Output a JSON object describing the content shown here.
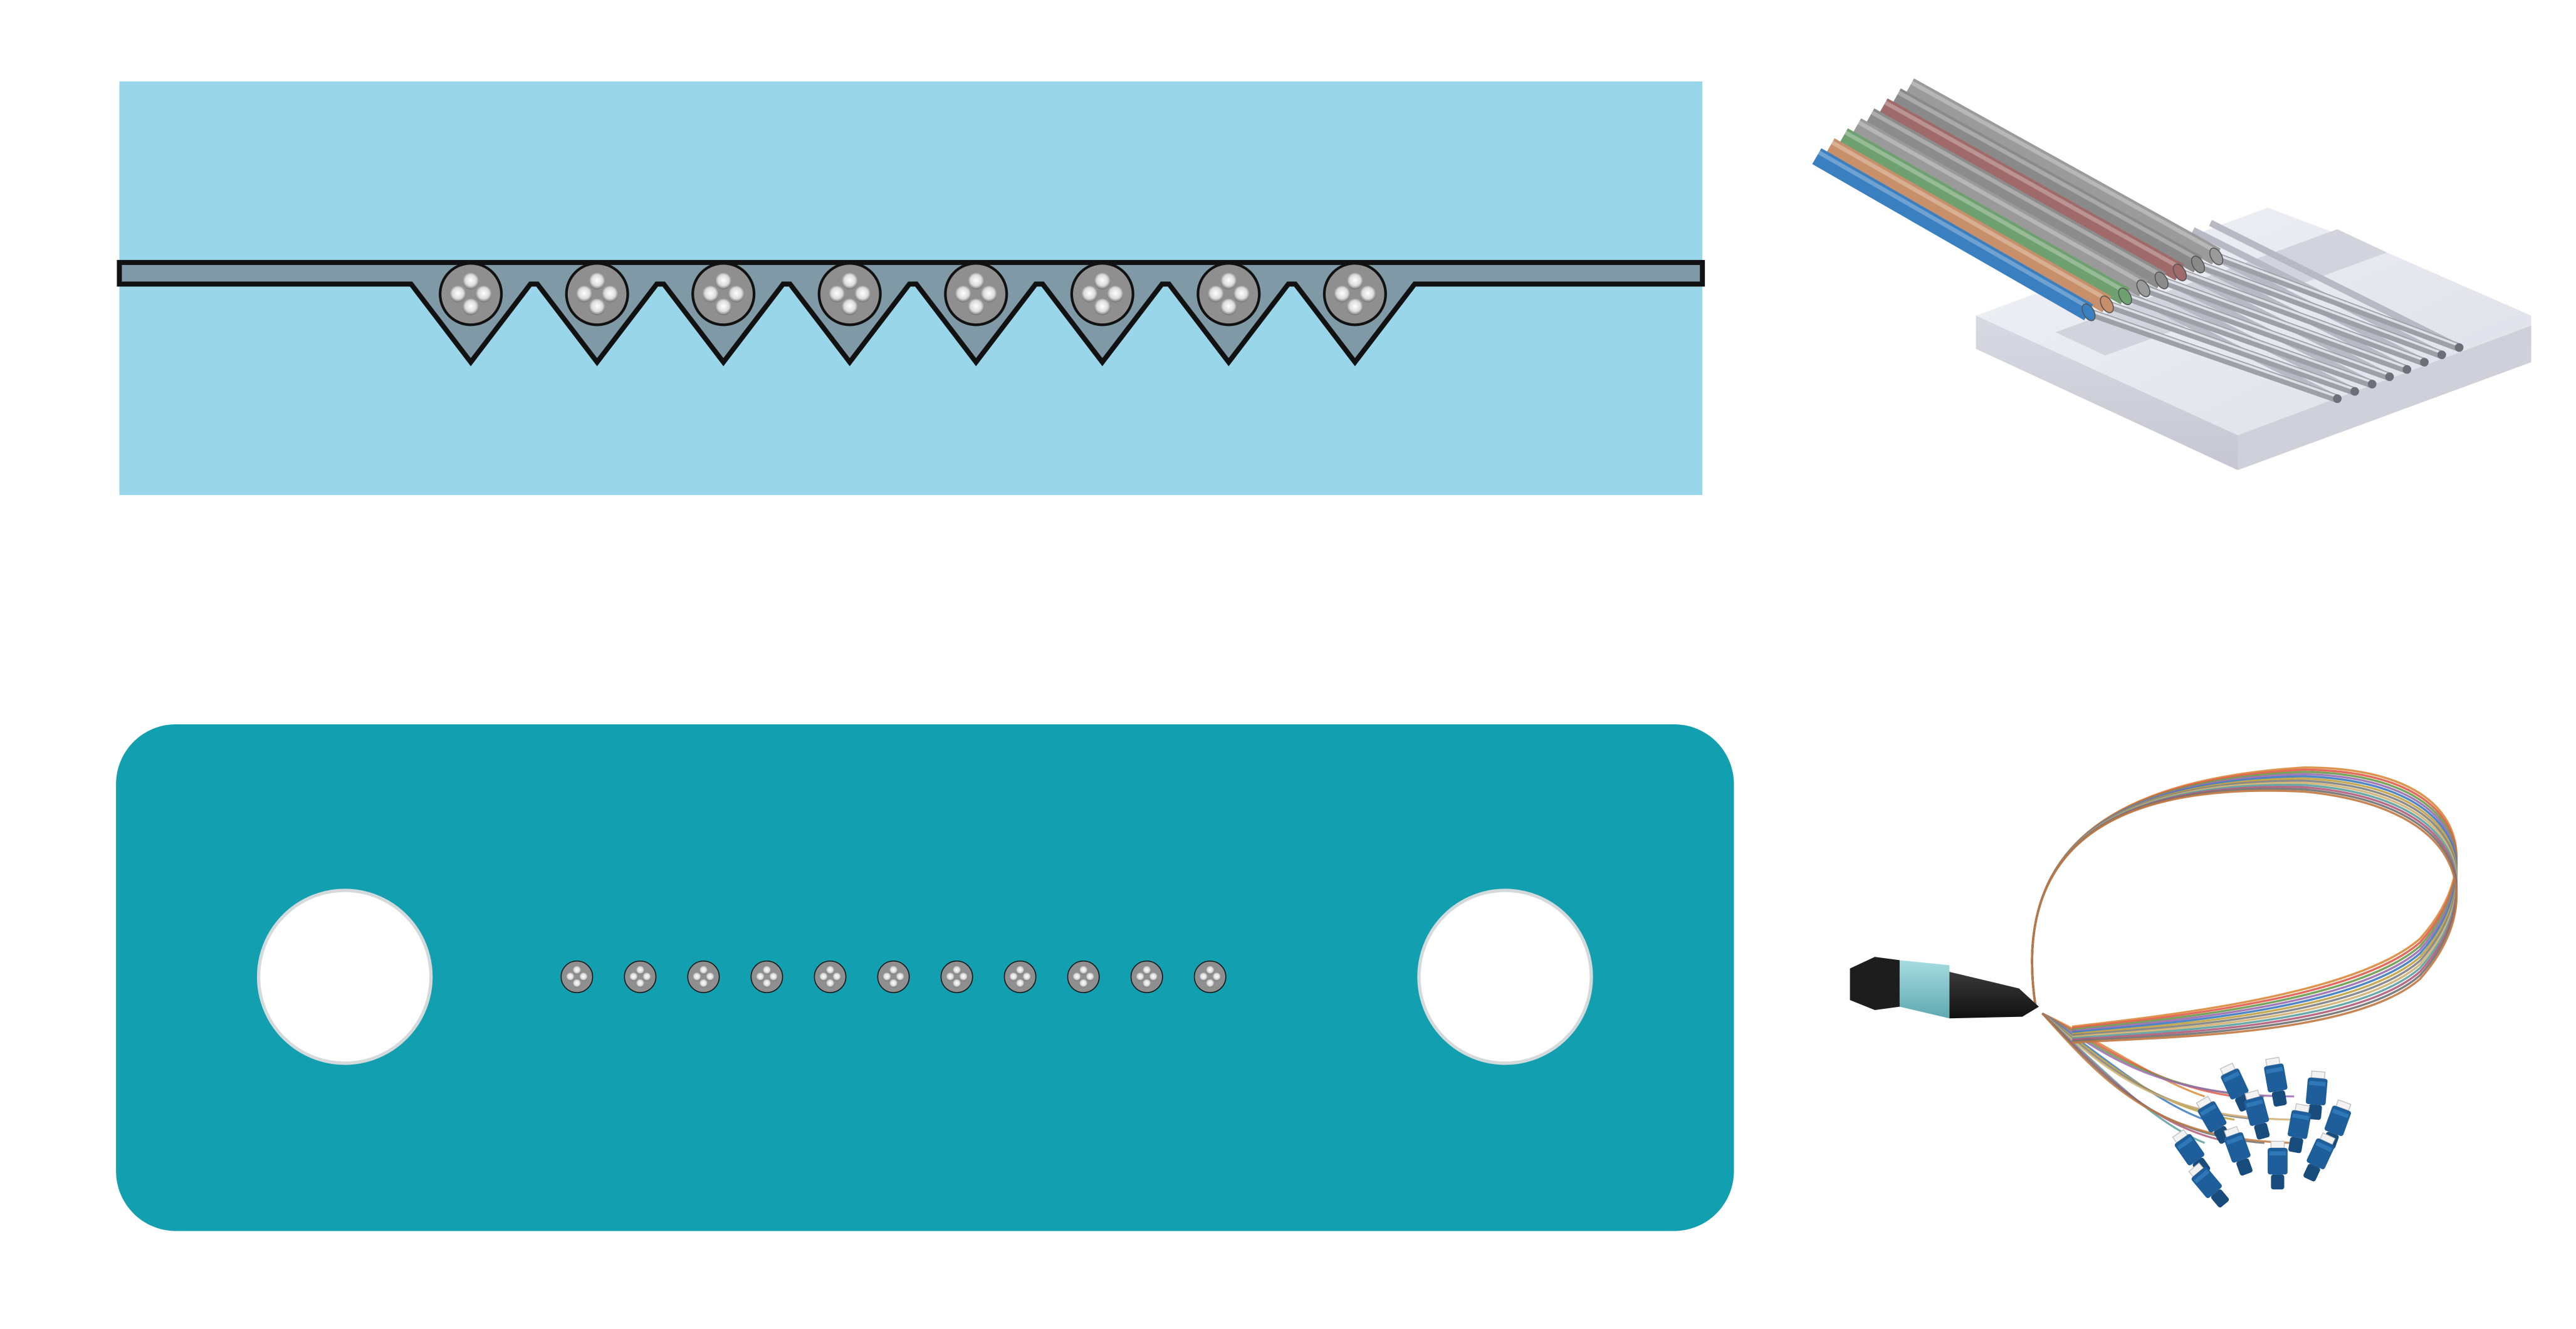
{
  "colors": {
    "page_background": "#ffffff",
    "vgroove_panel": "#9ad6ea",
    "vgroove_fill": "#7f99a6",
    "outline": "#111111",
    "fiber_cladding": "#8f8f8f",
    "fiber_core": "#efefef",
    "ferrule_body": "#12a0b0",
    "guide_hole": "#ffffff",
    "guide_hole_rim": "#d4dadc",
    "chip_block": "#e3e4ec",
    "connector_housing": "#86c6cc",
    "connector_boot": "#222222",
    "lc_connector": "#1e5f9b"
  },
  "figure": {
    "vgroove_array": {
      "fiber_count": 8,
      "cores_per_fiber": 4
    },
    "mt_ferrule": {
      "fiber_count": 11,
      "cores_per_fiber": 4,
      "guide_holes": 2
    },
    "ribbon_assembly": {
      "fiber_count": 8,
      "jacket_colors": [
        "#3a7fc0",
        "#c8906a",
        "#6fa070",
        "#9a9a9a",
        "#8c8c8c",
        "#a06a6a",
        "#8a8a8a",
        "#9b9b9b"
      ]
    },
    "fanout_pigtail": {
      "lc_connector_count": 12,
      "fiber_colors": [
        "#d98a3a",
        "#e05a4a",
        "#6a9a4a",
        "#9a6ab0",
        "#3a7ac0",
        "#c0a040",
        "#808080",
        "#d0b070",
        "#5aa0a0",
        "#b05a7a",
        "#707070",
        "#c07840"
      ]
    }
  }
}
